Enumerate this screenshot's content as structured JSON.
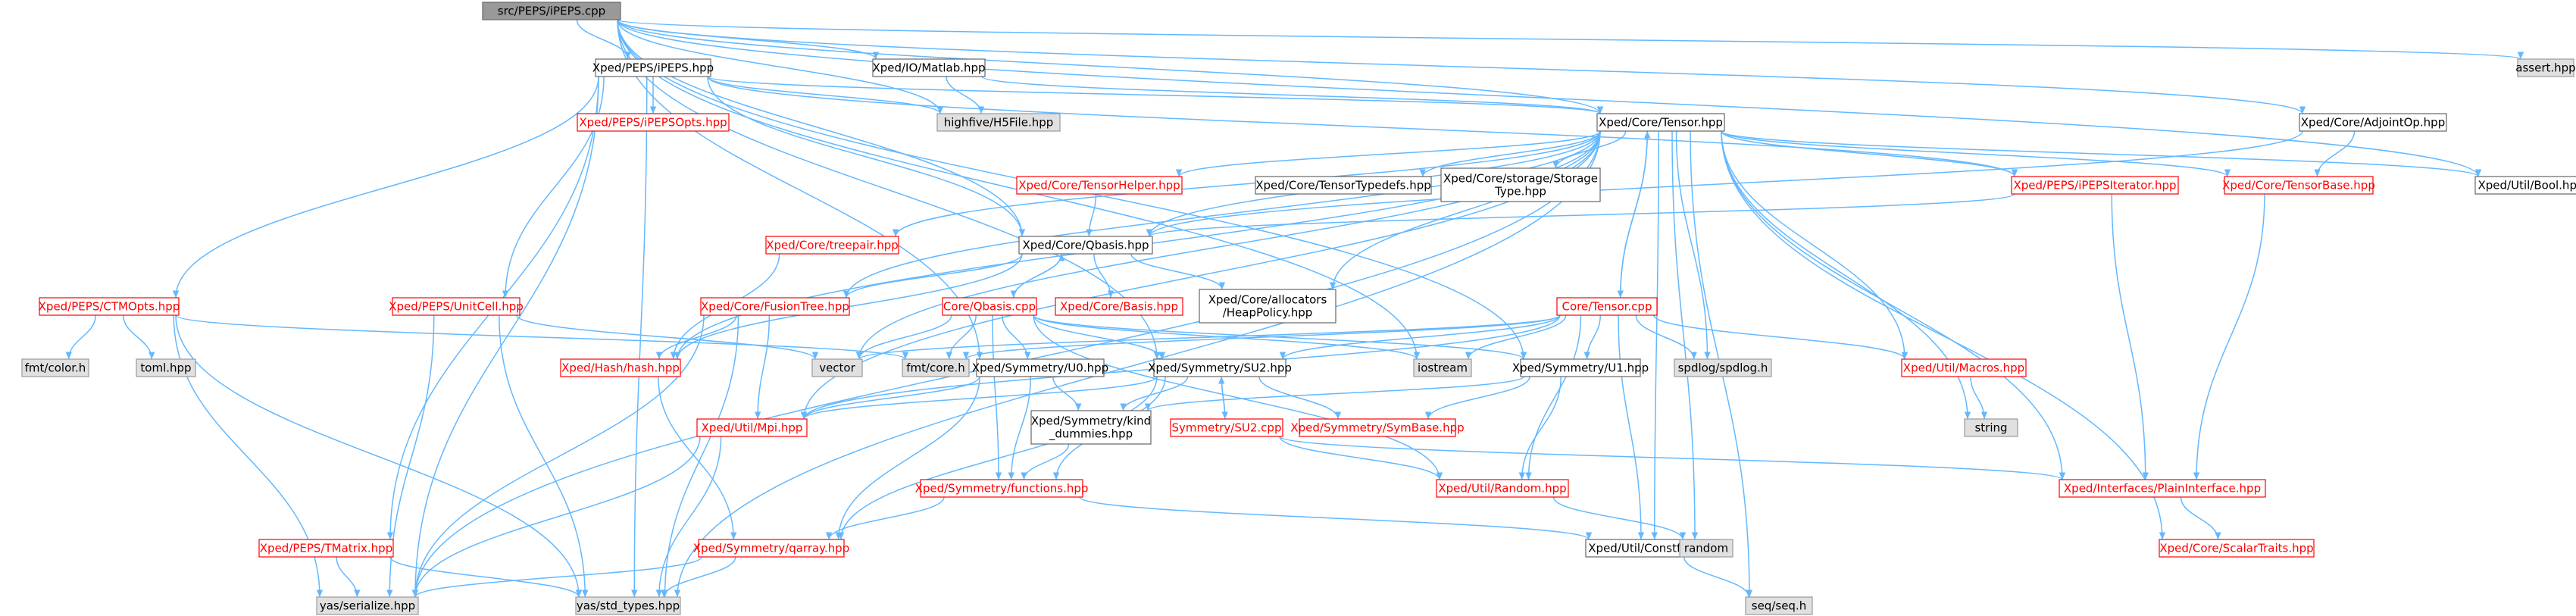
{
  "colors": {
    "root_fill": "#999999",
    "internal_stroke": "#666666",
    "internal_text": "#000000",
    "partial_stroke": "#ff0000",
    "partial_text": "#ff0000",
    "external_fill": "#e0e0e0",
    "external_stroke": "#999999",
    "edge": "#63b8ff"
  },
  "nodes": [
    {
      "id": "root",
      "label": "src/PEPS/iPEPS.cpp",
      "kind": "root"
    },
    {
      "id": "ipeps",
      "label": "Xped/PEPS/iPEPS.hpp",
      "kind": "internal"
    },
    {
      "id": "iomatlab",
      "label": "Xped/IO/Matlab.hpp",
      "kind": "internal"
    },
    {
      "id": "assert",
      "label": "assert.hpp",
      "kind": "external"
    },
    {
      "id": "ipepsopts",
      "label": "Xped/PEPS/iPEPSOpts.hpp",
      "kind": "partial"
    },
    {
      "id": "tensor",
      "label": "Xped/Core/Tensor.hpp",
      "kind": "internal"
    },
    {
      "id": "h5file",
      "label": "highfive/H5File.hpp",
      "kind": "external"
    },
    {
      "id": "adjointop",
      "label": "Xped/Core/AdjointOp.hpp",
      "kind": "internal"
    },
    {
      "id": "tensorhelper",
      "label": "Xped/Core/TensorHelper.hpp",
      "kind": "partial"
    },
    {
      "id": "tensortypedefs",
      "label": "Xped/Core/TensorTypedefs.hpp",
      "kind": "internal"
    },
    {
      "id": "storage",
      "label": [
        "Xped/Core/storage/Storage",
        "Type.hpp"
      ],
      "kind": "internal"
    },
    {
      "id": "ipepsiter",
      "label": "Xped/PEPS/iPEPSIterator.hpp",
      "kind": "partial"
    },
    {
      "id": "tensorbase",
      "label": "Xped/Core/TensorBase.hpp",
      "kind": "partial"
    },
    {
      "id": "bool",
      "label": "Xped/Util/Bool.hpp",
      "kind": "internal"
    },
    {
      "id": "treepair",
      "label": "Xped/Core/treepair.hpp",
      "kind": "partial"
    },
    {
      "id": "qbasishpp",
      "label": "Xped/Core/Qbasis.hpp",
      "kind": "internal"
    },
    {
      "id": "ctmopts",
      "label": "Xped/PEPS/CTMOpts.hpp",
      "kind": "partial"
    },
    {
      "id": "unitcell",
      "label": "Xped/PEPS/UnitCell.hpp",
      "kind": "partial"
    },
    {
      "id": "fusiontree",
      "label": "Xped/Core/FusionTree.hpp",
      "kind": "partial"
    },
    {
      "id": "qbasiscpp",
      "label": "Core/Qbasis.cpp",
      "kind": "partial"
    },
    {
      "id": "basis",
      "label": "Xped/Core/Basis.hpp",
      "kind": "partial"
    },
    {
      "id": "allocators",
      "label": [
        "Xped/Core/allocators",
        "/HeapPolicy.hpp"
      ],
      "kind": "internal"
    },
    {
      "id": "tensorcpp",
      "label": "Core/Tensor.cpp",
      "kind": "partial"
    },
    {
      "id": "fmtcolor",
      "label": "fmt/color.h",
      "kind": "external"
    },
    {
      "id": "toml",
      "label": "toml.hpp",
      "kind": "external"
    },
    {
      "id": "vector",
      "label": "vector",
      "kind": "external"
    },
    {
      "id": "fmtcore",
      "label": "fmt/core.h",
      "kind": "external"
    },
    {
      "id": "iostream",
      "label": "iostream",
      "kind": "external"
    },
    {
      "id": "spdlog",
      "label": "spdlog/spdlog.h",
      "kind": "external"
    },
    {
      "id": "hash",
      "label": "Xped/Hash/hash.hpp",
      "kind": "partial"
    },
    {
      "id": "u0",
      "label": "Xped/Symmetry/U0.hpp",
      "kind": "internal"
    },
    {
      "id": "su2hpp",
      "label": "Xped/Symmetry/SU2.hpp",
      "kind": "internal"
    },
    {
      "id": "u1",
      "label": "Xped/Symmetry/U1.hpp",
      "kind": "internal"
    },
    {
      "id": "macros",
      "label": "Xped/Util/Macros.hpp",
      "kind": "partial"
    },
    {
      "id": "string",
      "label": "string",
      "kind": "external"
    },
    {
      "id": "mpi",
      "label": "Xped/Util/Mpi.hpp",
      "kind": "partial"
    },
    {
      "id": "kind",
      "label": [
        "Xped/Symmetry/kind",
        "_dummies.hpp"
      ],
      "kind": "internal"
    },
    {
      "id": "symbase",
      "label": "Xped/Symmetry/SymBase.hpp",
      "kind": "partial"
    },
    {
      "id": "su2cpp",
      "label": "Symmetry/SU2.cpp",
      "kind": "partial"
    },
    {
      "id": "functions",
      "label": "Xped/Symmetry/functions.hpp",
      "kind": "partial"
    },
    {
      "id": "random",
      "label": "Xped/Util/Random.hpp",
      "kind": "partial"
    },
    {
      "id": "plain",
      "label": "Xped/Interfaces/PlainInterface.hpp",
      "kind": "partial"
    },
    {
      "id": "tmatrix",
      "label": "Xped/PEPS/TMatrix.hpp",
      "kind": "partial"
    },
    {
      "id": "qarray",
      "label": "Xped/Symmetry/qarray.hpp",
      "kind": "partial"
    },
    {
      "id": "constfct",
      "label": "Xped/Util/Constfct.hpp",
      "kind": "internal"
    },
    {
      "id": "randomext",
      "label": "random",
      "kind": "external"
    },
    {
      "id": "scalartraits",
      "label": "Xped/Core/ScalarTraits.hpp",
      "kind": "partial"
    },
    {
      "id": "serialize",
      "label": "yas/serialize.hpp",
      "kind": "external"
    },
    {
      "id": "stdtypes",
      "label": "yas/std_types.hpp",
      "kind": "external"
    },
    {
      "id": "seq",
      "label": "seq/seq.h",
      "kind": "external"
    }
  ],
  "edges": [
    [
      "root",
      "ipeps"
    ],
    [
      "root",
      "iomatlab"
    ],
    [
      "root",
      "assert"
    ],
    [
      "root",
      "h5file"
    ],
    [
      "root",
      "adjointop"
    ],
    [
      "root",
      "bool"
    ],
    [
      "root",
      "tensor"
    ],
    [
      "root",
      "qbasishpp"
    ],
    [
      "root",
      "iostream"
    ],
    [
      "root",
      "u0"
    ],
    [
      "root",
      "su2hpp"
    ],
    [
      "root",
      "u1"
    ],
    [
      "ipeps",
      "ipepsopts"
    ],
    [
      "ipeps",
      "tensor"
    ],
    [
      "ipeps",
      "ctmopts"
    ],
    [
      "ipeps",
      "unitcell"
    ],
    [
      "ipeps",
      "tmatrix"
    ],
    [
      "ipeps",
      "qbasishpp"
    ],
    [
      "ipeps",
      "serialize"
    ],
    [
      "ipeps",
      "stdtypes"
    ],
    [
      "ipeps",
      "h5file"
    ],
    [
      "ipeps",
      "ipepsiter"
    ],
    [
      "iomatlab",
      "tensor"
    ],
    [
      "iomatlab",
      "h5file"
    ],
    [
      "tensor",
      "tensorhelper"
    ],
    [
      "tensor",
      "tensortypedefs"
    ],
    [
      "tensor",
      "storage"
    ],
    [
      "tensor",
      "ipepsiter"
    ],
    [
      "tensor",
      "tensorbase"
    ],
    [
      "tensor",
      "bool"
    ],
    [
      "tensor",
      "treepair"
    ],
    [
      "tensor",
      "qbasishpp"
    ],
    [
      "tensor",
      "allocators"
    ],
    [
      "tensor",
      "tensorcpp"
    ],
    [
      "tensor",
      "vector"
    ],
    [
      "tensor",
      "spdlog"
    ],
    [
      "tensor",
      "macros"
    ],
    [
      "tensor",
      "string"
    ],
    [
      "tensor",
      "randomext"
    ],
    [
      "tensor",
      "constfct"
    ],
    [
      "tensor",
      "scalartraits"
    ],
    [
      "tensor",
      "plain"
    ],
    [
      "tensor",
      "seq"
    ],
    [
      "tensor",
      "stdtypes"
    ],
    [
      "tensor",
      "serialize"
    ],
    [
      "tensor",
      "hash"
    ],
    [
      "tensor",
      "mpi"
    ],
    [
      "tensor",
      "fusiontree"
    ],
    [
      "adjointop",
      "tensorbase"
    ],
    [
      "adjointop",
      "qbasishpp"
    ],
    [
      "tensorhelper",
      "qbasishpp"
    ],
    [
      "ipepsiter",
      "plain"
    ],
    [
      "ipepsiter",
      "qbasishpp"
    ],
    [
      "tensorbase",
      "plain"
    ],
    [
      "treepair",
      "hash"
    ],
    [
      "qbasishpp",
      "fusiontree"
    ],
    [
      "qbasishpp",
      "qbasiscpp"
    ],
    [
      "qbasishpp",
      "basis"
    ],
    [
      "qbasishpp",
      "allocators"
    ],
    [
      "qbasishpp",
      "hash"
    ],
    [
      "ctmopts",
      "fmtcolor"
    ],
    [
      "ctmopts",
      "toml"
    ],
    [
      "ctmopts",
      "fmtcore"
    ],
    [
      "ctmopts",
      "serialize"
    ],
    [
      "ctmopts",
      "stdtypes"
    ],
    [
      "unitcell",
      "vector"
    ],
    [
      "unitcell",
      "serialize"
    ],
    [
      "unitcell",
      "stdtypes"
    ],
    [
      "fusiontree",
      "hash"
    ],
    [
      "fusiontree",
      "mpi"
    ],
    [
      "fusiontree",
      "stdtypes"
    ],
    [
      "fusiontree",
      "serialize"
    ],
    [
      "qbasiscpp",
      "qbasishpp"
    ],
    [
      "qbasiscpp",
      "vector"
    ],
    [
      "qbasiscpp",
      "fmtcore"
    ],
    [
      "qbasiscpp",
      "iostream"
    ],
    [
      "qbasiscpp",
      "u0"
    ],
    [
      "qbasiscpp",
      "su2hpp"
    ],
    [
      "qbasiscpp",
      "u1"
    ],
    [
      "qbasiscpp",
      "random"
    ],
    [
      "qbasiscpp",
      "functions"
    ],
    [
      "tensorcpp",
      "tensor"
    ],
    [
      "tensorcpp",
      "vector"
    ],
    [
      "tensorcpp",
      "fmtcore"
    ],
    [
      "tensorcpp",
      "iostream"
    ],
    [
      "tensorcpp",
      "spdlog"
    ],
    [
      "tensorcpp",
      "su2hpp"
    ],
    [
      "tensorcpp",
      "u1"
    ],
    [
      "tensorcpp",
      "macros"
    ],
    [
      "tensorcpp",
      "random"
    ],
    [
      "tensorcpp",
      "constfct"
    ],
    [
      "tensorcpp",
      "mpi"
    ],
    [
      "hash",
      "qarray"
    ],
    [
      "u0",
      "kind"
    ],
    [
      "u0",
      "mpi"
    ],
    [
      "u0",
      "functions"
    ],
    [
      "u0",
      "qarray"
    ],
    [
      "su2hpp",
      "su2cpp"
    ],
    [
      "su2hpp",
      "symbase"
    ],
    [
      "su2hpp",
      "kind"
    ],
    [
      "su2hpp",
      "mpi"
    ],
    [
      "su2hpp",
      "functions"
    ],
    [
      "su2hpp",
      "qarray"
    ],
    [
      "u1",
      "symbase"
    ],
    [
      "u1",
      "kind"
    ],
    [
      "u1",
      "random"
    ],
    [
      "macros",
      "string"
    ],
    [
      "mpi",
      "serialize"
    ],
    [
      "mpi",
      "stdtypes"
    ],
    [
      "kind",
      "functions"
    ],
    [
      "su2cpp",
      "su2hpp"
    ],
    [
      "su2cpp",
      "random"
    ],
    [
      "su2cpp",
      "plain"
    ],
    [
      "functions",
      "qarray"
    ],
    [
      "functions",
      "constfct"
    ],
    [
      "random",
      "randomext"
    ],
    [
      "plain",
      "scalartraits"
    ],
    [
      "tmatrix",
      "serialize"
    ],
    [
      "tmatrix",
      "stdtypes"
    ],
    [
      "qarray",
      "serialize"
    ],
    [
      "qarray",
      "stdtypes"
    ],
    [
      "constfct",
      "seq"
    ]
  ]
}
